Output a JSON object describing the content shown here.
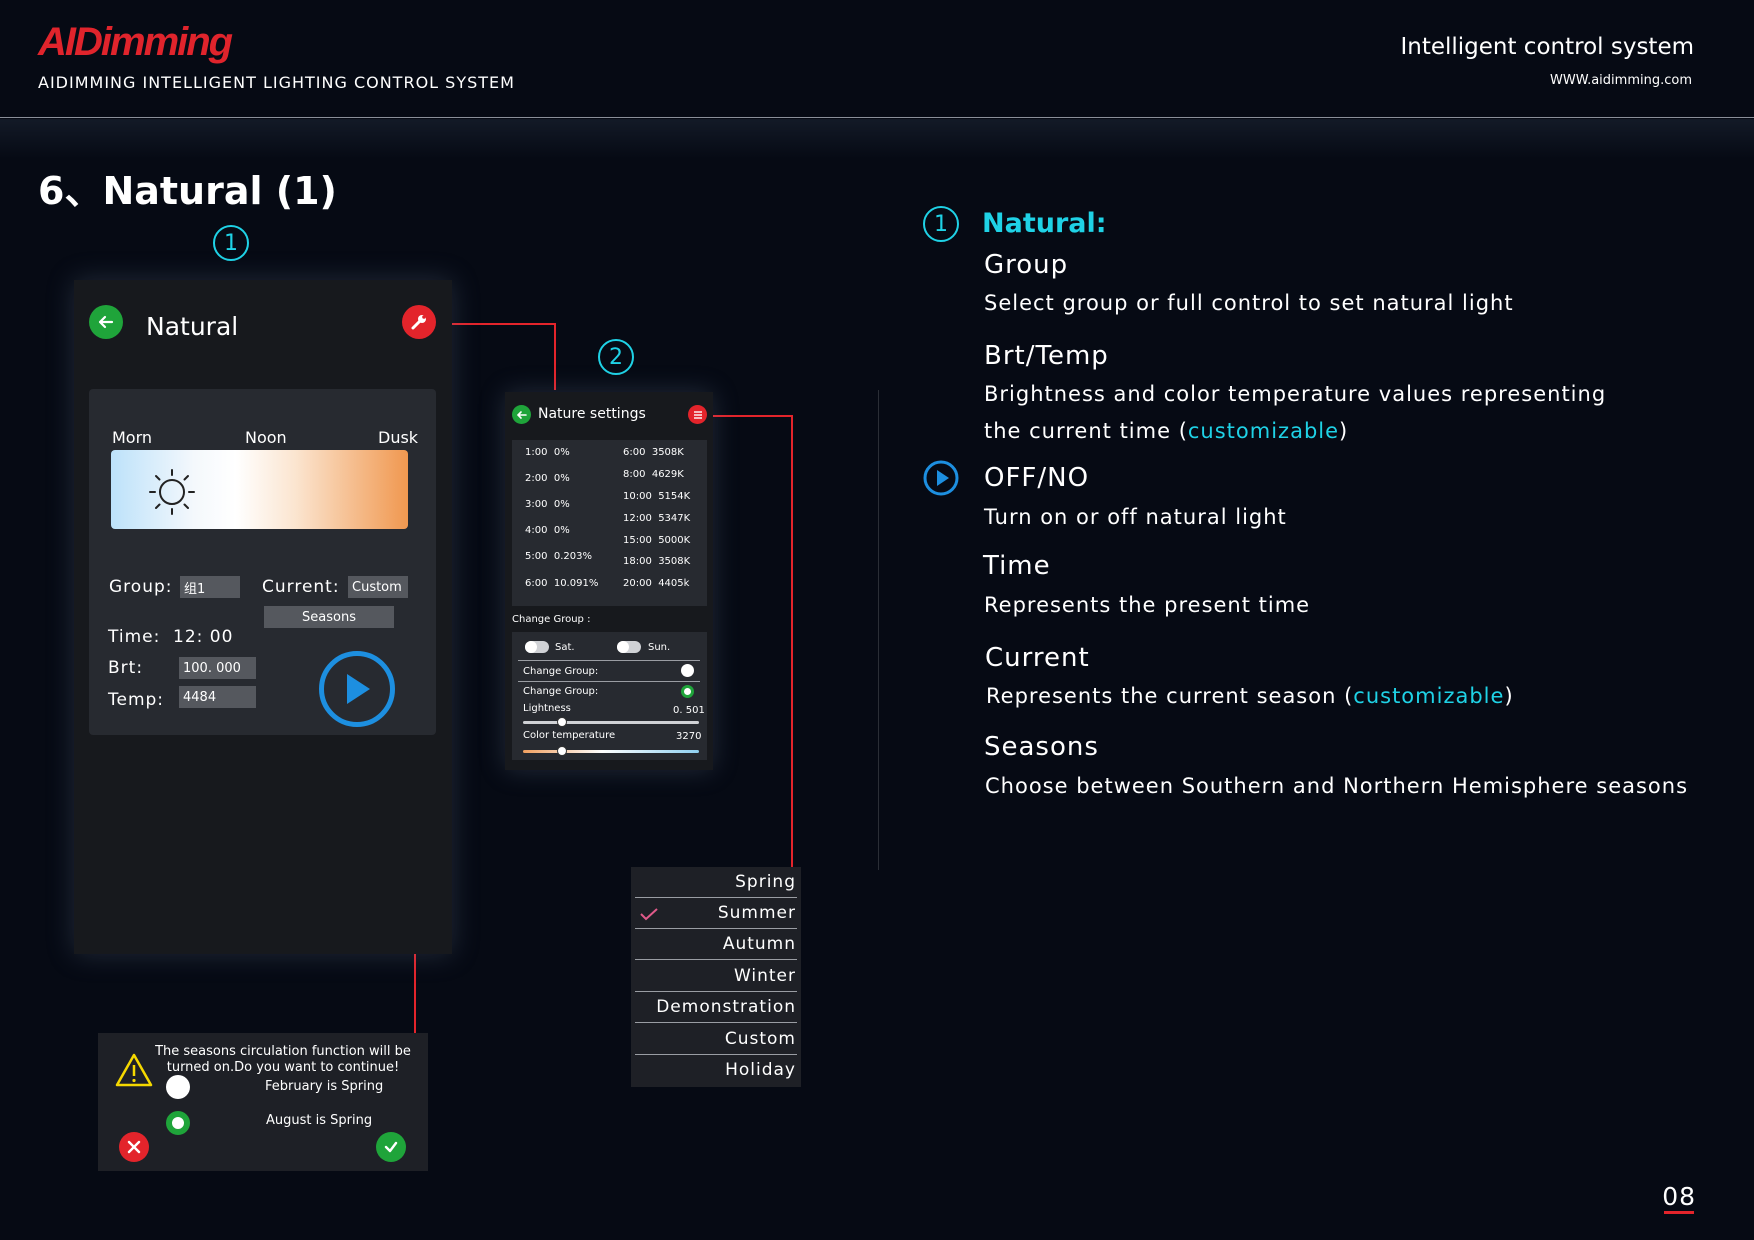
{
  "header": {
    "logo": "AIDimming",
    "subtitle": "AIDIMMING INTELLIGENT LIGHTING CONTROL SYSTEM",
    "right_title": "Intelligent control system",
    "url": "WWW.aidimming.com"
  },
  "page": {
    "title": "6、Natural (1)",
    "number": "08"
  },
  "markers": {
    "one": "1",
    "two": "2"
  },
  "phone": {
    "title": "Natural",
    "time_labels": {
      "morn": "Morn",
      "noon": "Noon",
      "dusk": "Dusk"
    },
    "group_label": "Group:",
    "group_value": "组1",
    "current_label": "Current:",
    "current_value": "Custom",
    "seasons_button": "Seasons",
    "time_label": "Time:",
    "time_value": "12: 00",
    "brt_label": "Brt:",
    "brt_value": "100. 000",
    "temp_label": "Temp:",
    "temp_value": "4484"
  },
  "nature_settings": {
    "title": "Nature settings",
    "left_schedule": [
      {
        "time": "1:00",
        "value": "0%"
      },
      {
        "time": "2:00",
        "value": "0%"
      },
      {
        "time": "3:00",
        "value": "0%"
      },
      {
        "time": "4:00",
        "value": "0%"
      },
      {
        "time": "5:00",
        "value": "0.203%"
      },
      {
        "time": "6:00",
        "value": "10.091%"
      }
    ],
    "right_schedule": [
      {
        "time": "6:00",
        "value": "3508K"
      },
      {
        "time": "8:00",
        "value": "4629K"
      },
      {
        "time": "10:00",
        "value": "5154K"
      },
      {
        "time": "12:00",
        "value": "5347K"
      },
      {
        "time": "15:00",
        "value": "5000K"
      },
      {
        "time": "18:00",
        "value": "3508K"
      },
      {
        "time": "20:00",
        "value": "4405k"
      }
    ],
    "change_group_heading": "Change Group :",
    "toggle_sat": "Sat.",
    "toggle_sun": "Sun.",
    "change_group_1": "Change Group:",
    "change_group_2": "Change Group:",
    "lightness_label": "Lightness",
    "lightness_value": "0. 501",
    "lightness_fraction": 0.22,
    "color_temp_label": "Color temperature",
    "color_temp_value": "3270",
    "color_temp_fraction": 0.22
  },
  "seasons_menu": {
    "items": [
      "Spring",
      "Summer",
      "Autumn",
      "Winter",
      "Demonstration",
      "Custom",
      "Holiday"
    ],
    "selected": "Summer"
  },
  "dialog": {
    "message_line1": "The seasons circulation function will be",
    "message_line2": "turned on.Do you want to continue!",
    "option1": "February is Spring",
    "option2": "August is Spring"
  },
  "descriptions": {
    "natural_label": "Natural:",
    "group_head": "Group",
    "group_body": "Select group or full control to set natural light",
    "brt_head": "Brt/Temp",
    "brt_body1": "Brightness and color temperature values representing",
    "brt_body2_pre": "the current time (",
    "brt_body2_accent": "customizable",
    "brt_body2_post": ")",
    "off_head": "OFF/NO",
    "off_body": "Turn on or off natural light",
    "time_head": "Time",
    "time_body": "Represents the present time",
    "current_head": "Current",
    "current_body_pre": "Represents the current season (",
    "current_body_accent": "customizable",
    "current_body_post": ")",
    "seasons_head": "Seasons",
    "seasons_body": "Choose between Southern and Northern Hemisphere seasons"
  },
  "colors": {
    "accent_cyan": "#1fd2e6",
    "brand_red": "#e3242b",
    "ok_green": "#1fa43a",
    "play_blue": "#1d8fe0"
  }
}
